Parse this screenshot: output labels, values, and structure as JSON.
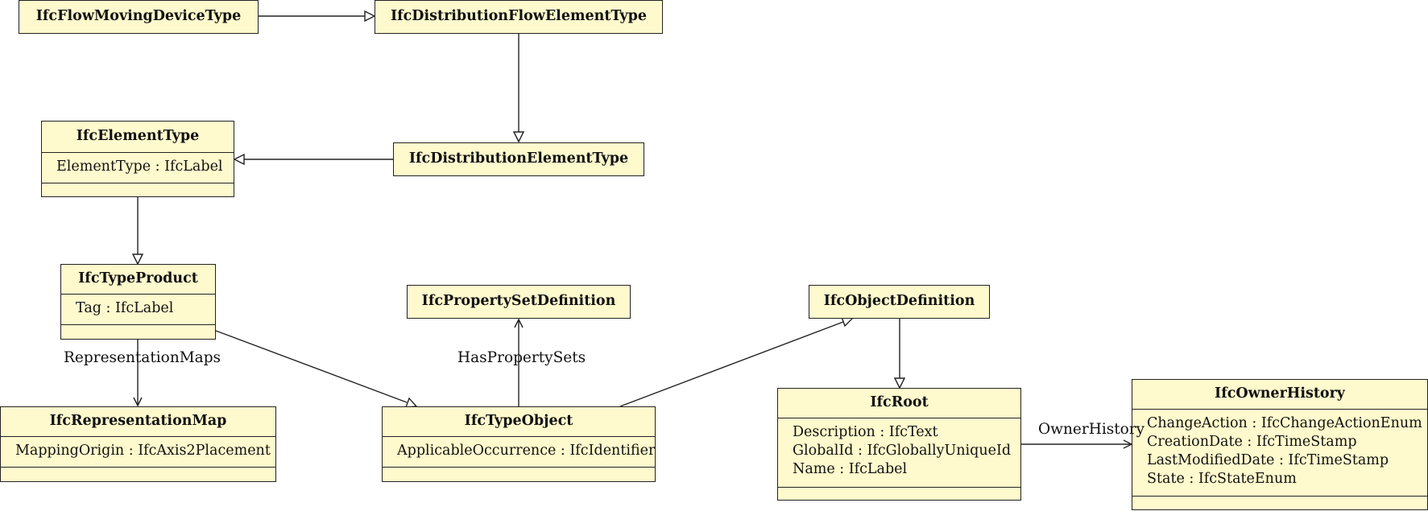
{
  "classes": {
    "flow_moving_device_type": {
      "name": "IfcFlowMovingDeviceType"
    },
    "distribution_flow_element_type": {
      "name": "IfcDistributionFlowElementType"
    },
    "element_type": {
      "name": "IfcElementType",
      "attributes": [
        "ElementType : IfcLabel"
      ]
    },
    "distribution_element_type": {
      "name": "IfcDistributionElementType"
    },
    "type_product": {
      "name": "IfcTypeProduct",
      "attributes": [
        "Tag : IfcLabel"
      ]
    },
    "property_set_definition": {
      "name": "IfcPropertySetDefinition"
    },
    "object_definition": {
      "name": "IfcObjectDefinition"
    },
    "representation_map": {
      "name": "IfcRepresentationMap",
      "attributes": [
        "MappingOrigin : IfcAxis2Placement"
      ]
    },
    "type_object": {
      "name": "IfcTypeObject",
      "attributes": [
        "ApplicableOccurrence : IfcIdentifier"
      ]
    },
    "root": {
      "name": "IfcRoot",
      "attributes": [
        "Description : IfcText",
        "GlobalId : IfcGloballyUniqueId",
        "Name : IfcLabel"
      ]
    },
    "owner_history": {
      "name": "IfcOwnerHistory",
      "attributes": [
        "ChangeAction : IfcChangeActionEnum",
        "CreationDate : IfcTimeStamp",
        "LastModifiedDate : IfcTimeStamp",
        "State : IfcStateEnum"
      ]
    }
  },
  "associations": {
    "representation_maps": "RepresentationMaps",
    "has_property_sets": "HasPropertySets",
    "owner_history": "OwnerHistory"
  }
}
